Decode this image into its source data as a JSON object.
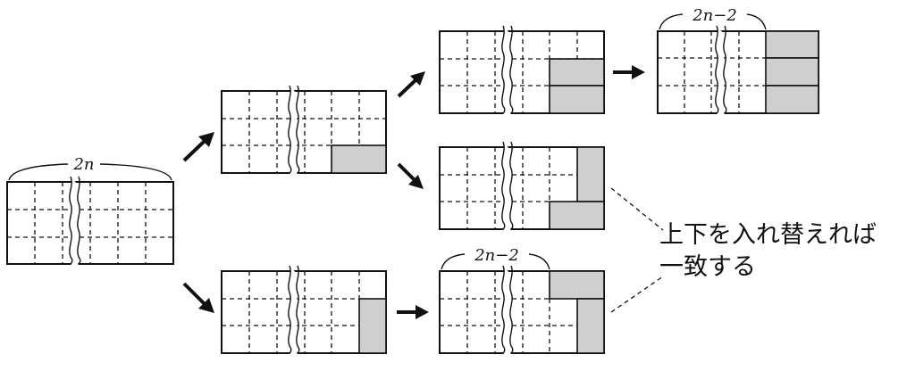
{
  "labels": {
    "width_full": "2n",
    "width_reduced": "2n−2"
  },
  "note": {
    "line1": "上下を入れ替えれば",
    "line2": "一致する"
  },
  "colors": {
    "tile_fill": "#cfcfcf",
    "line": "#111111"
  }
}
